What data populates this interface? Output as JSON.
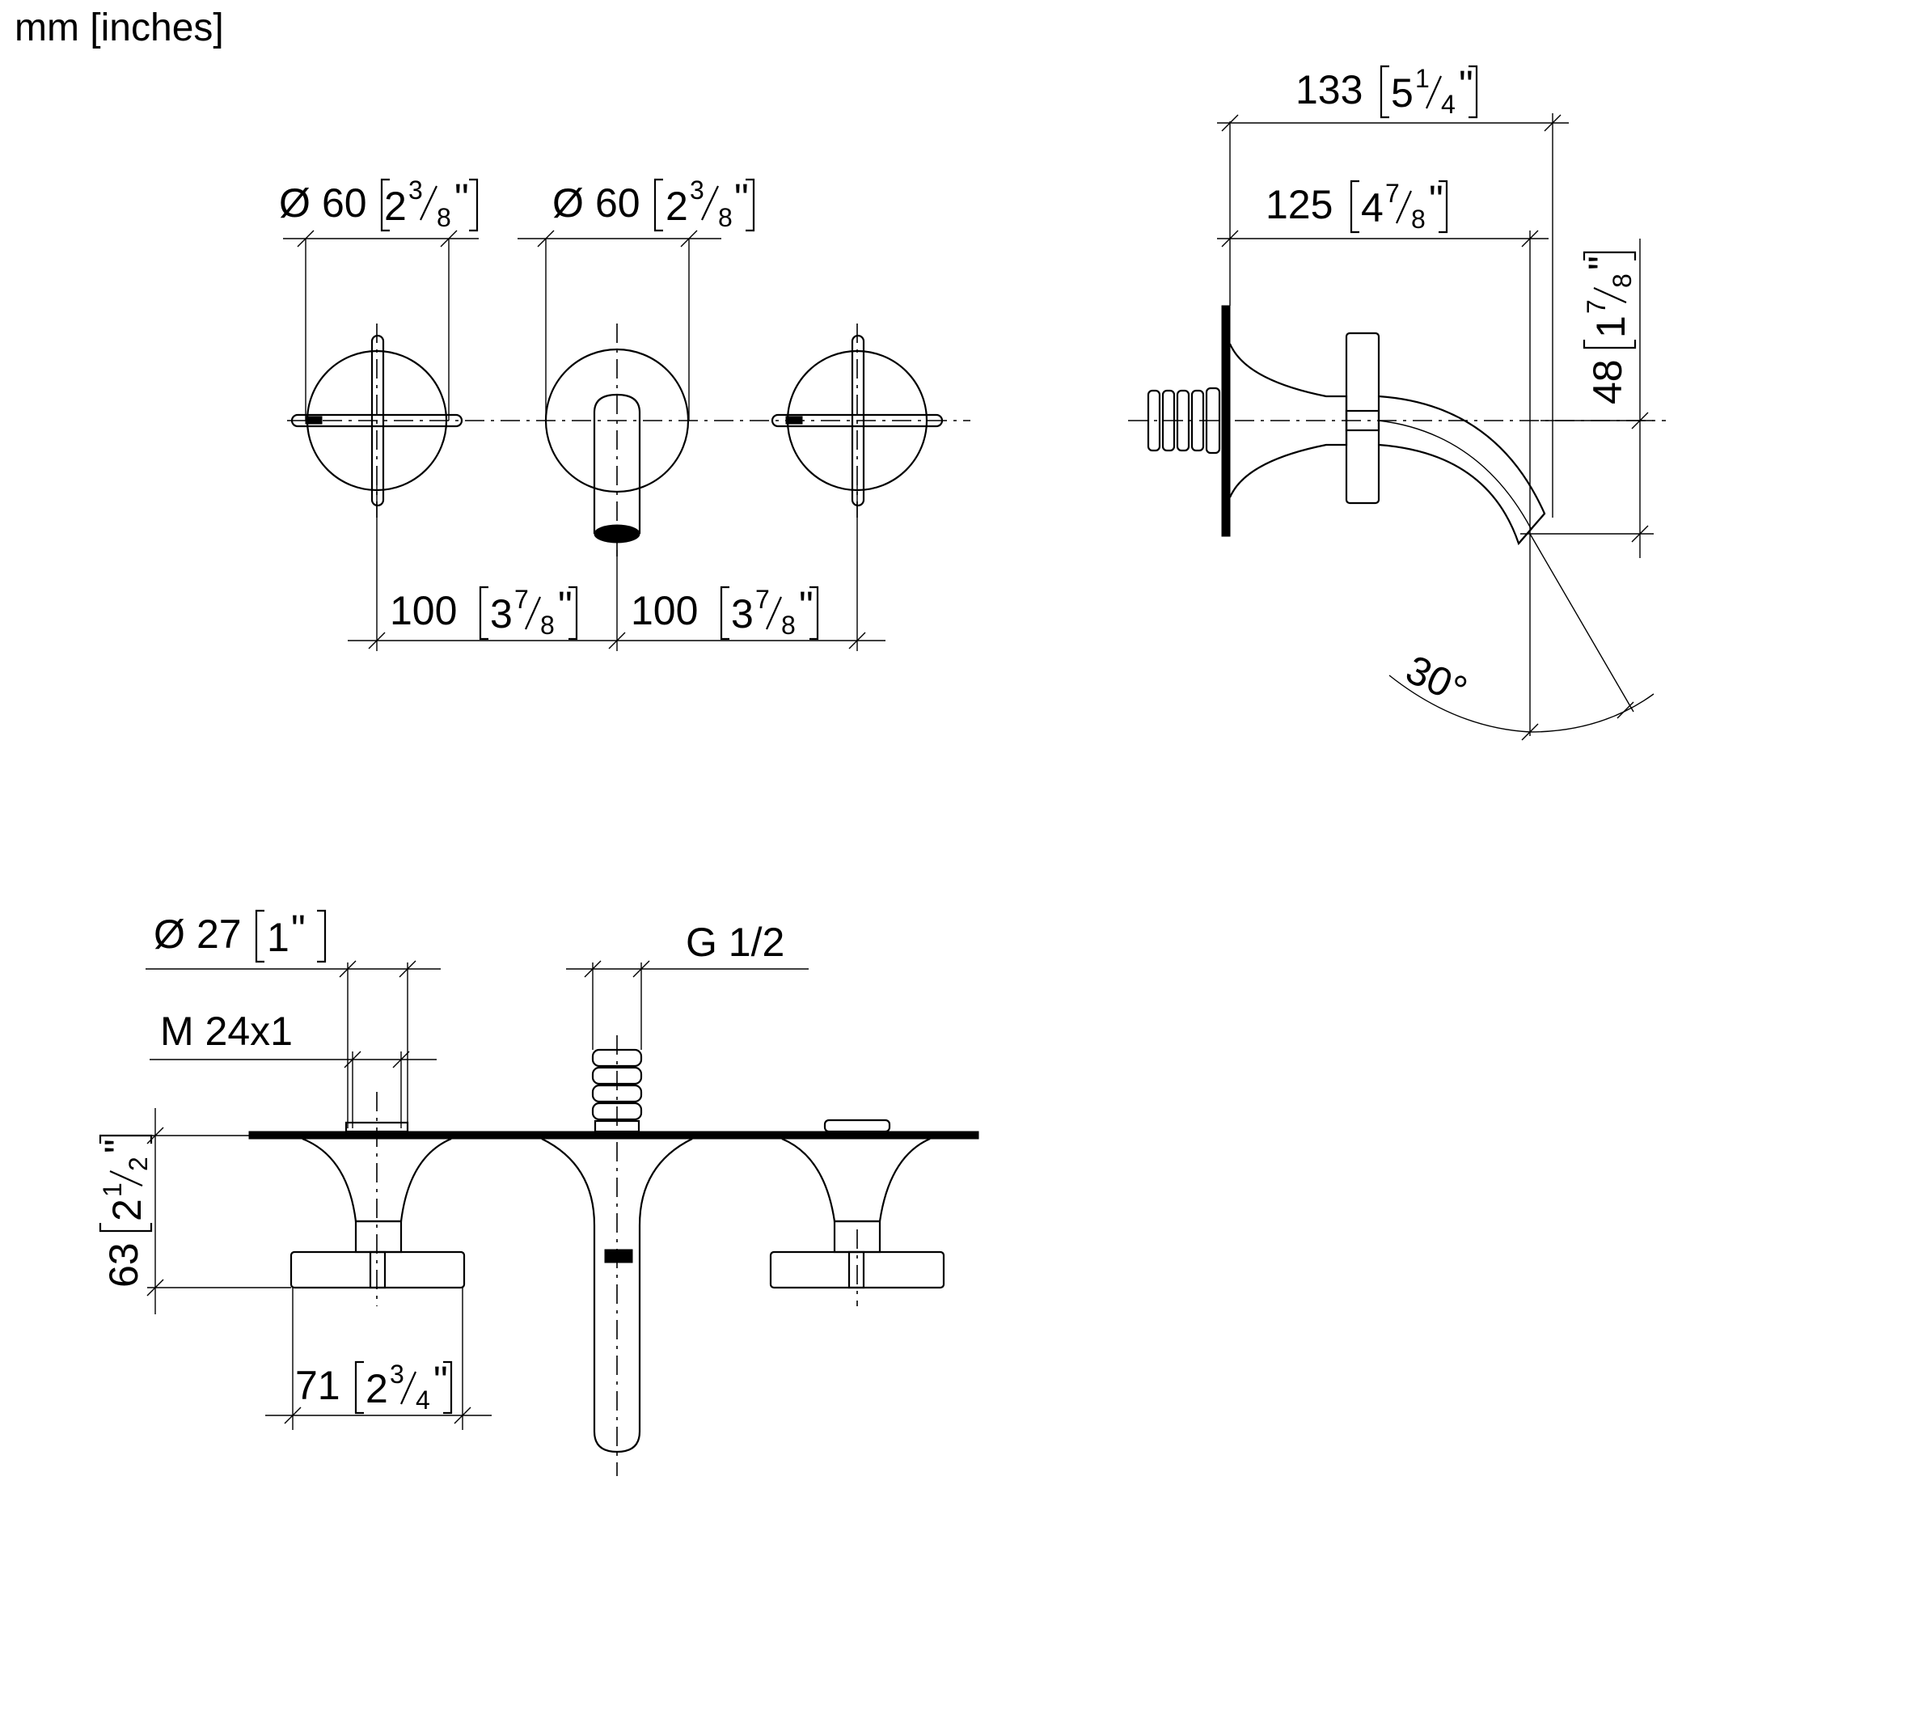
{
  "units_label": "mm [inches]",
  "dimensions": {
    "front_handle_diameter": {
      "mm": "60",
      "whole": "2",
      "num": "3",
      "den": "8"
    },
    "front_spout_diameter": {
      "mm": "60",
      "whole": "2",
      "num": "3",
      "den": "8"
    },
    "spacing_left": {
      "mm": "100",
      "whole": "3",
      "num": "7",
      "den": "8"
    },
    "spacing_right": {
      "mm": "100",
      "whole": "3",
      "num": "7",
      "den": "8"
    },
    "side_overall_depth": {
      "mm": "133",
      "whole": "5",
      "num": "1",
      "den": "4"
    },
    "side_spout_depth": {
      "mm": "125",
      "whole": "4",
      "num": "7",
      "den": "8"
    },
    "side_spout_drop": {
      "mm": "48",
      "whole": "1",
      "num": "7",
      "den": "8"
    },
    "side_spout_angle": {
      "value": "30°"
    },
    "plan_diameter": {
      "mm": "27",
      "whole": "1",
      "inch_mark": "\""
    },
    "plan_thread": {
      "value": "M 24x1"
    },
    "plan_pipe_thread": {
      "value": "G 1/2"
    },
    "plan_projection": {
      "mm": "63",
      "whole": "2",
      "num": "1",
      "den": "2"
    },
    "plan_handle_width": {
      "mm": "71",
      "whole": "2",
      "num": "3",
      "den": "4"
    }
  },
  "symbols": {
    "diameter": "Ø",
    "inch": "\""
  }
}
